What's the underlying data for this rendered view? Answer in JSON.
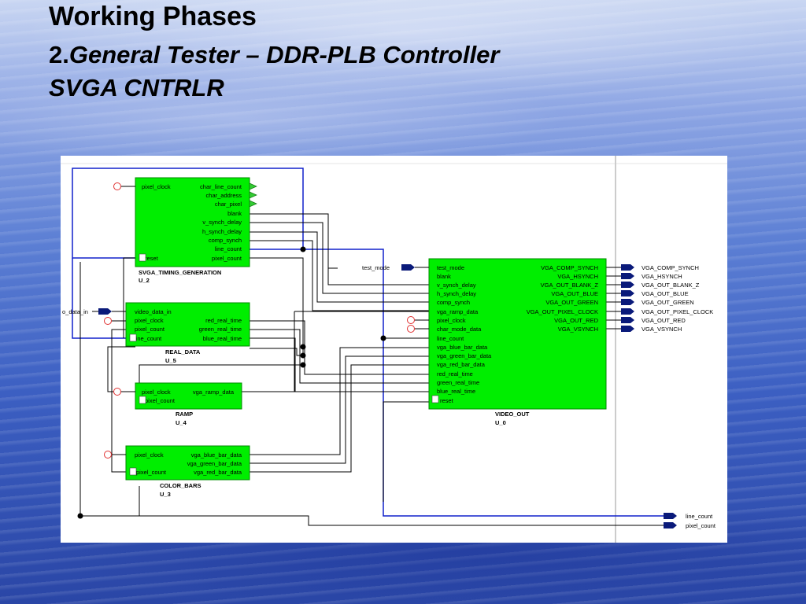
{
  "title": {
    "line1": "Working Phases",
    "line2_num": "2.",
    "line2_text": "General Tester – DDR-PLB Controller",
    "line3": "SVGA CNTRLR"
  },
  "blocks": {
    "svga_timing": {
      "name": "SVGA_TIMING_GENERATION",
      "inst": "U_2",
      "in_ports": [
        "pixel_clock",
        "reset"
      ],
      "out_ports": [
        "char_line_count",
        "char_address",
        "char_pixel",
        "blank",
        "v_synch_delay",
        "h_synch_delay",
        "comp_synch",
        "line_count",
        "pixel_count"
      ]
    },
    "real_data": {
      "name": "REAL_DATA",
      "inst": "U_5",
      "in_ports": [
        "video_data_in",
        "pixel_clock",
        "pixel_count",
        "line_count"
      ],
      "out_ports": [
        "red_real_time",
        "green_real_time",
        "blue_real_time"
      ]
    },
    "ramp": {
      "name": "RAMP",
      "inst": "U_4",
      "in_ports": [
        "pixel_clock",
        "pixel_count"
      ],
      "out_ports": [
        "vga_ramp_data"
      ]
    },
    "color_bars": {
      "name": "COLOR_BARS",
      "inst": "U_3",
      "in_ports": [
        "pixel_clock",
        "pixel_count"
      ],
      "out_ports": [
        "vga_blue_bar_data",
        "vga_green_bar_data",
        "vga_red_bar_data"
      ]
    },
    "video_out": {
      "name": "VIDEO_OUT",
      "inst": "U_0",
      "in_ports": [
        "test_mode",
        "blank",
        "v_synch_delay",
        "h_synch_delay",
        "comp_synch",
        "vga_ramp_data",
        "pixel_clock",
        "char_mode_data",
        "line_count",
        "vga_blue_bar_data",
        "vga_green_bar_data",
        "vga_red_bar_data",
        "red_real_time",
        "green_real_time",
        "blue_real_time",
        "reset"
      ],
      "out_ports": [
        "VGA_COMP_SYNCH",
        "VGA_HSYNCH",
        "VGA_OUT_BLANK_Z",
        "VGA_OUT_BLUE",
        "VGA_OUT_GREEN",
        "VGA_OUT_PIXEL_CLOCK",
        "VGA_OUT_RED",
        "VGA_VSYNCH"
      ]
    }
  },
  "external": {
    "test_mode": "test_mode",
    "video_data_in": "o_data_in",
    "outputs": [
      "VGA_COMP_SYNCH",
      "VGA_HSYNCH",
      "VGA_OUT_BLANK_Z",
      "VGA_OUT_BLUE",
      "VGA_OUT_GREEN",
      "VGA_OUT_PIXEL_CLOCK",
      "VGA_OUT_RED",
      "VGA_VSYNCH"
    ],
    "bottom_outputs": [
      "line_count",
      "pixel_count"
    ]
  },
  "colors": {
    "block_fill": "#00ee00",
    "bus_wire": "#1020cc",
    "port": "#0a1a7a"
  }
}
